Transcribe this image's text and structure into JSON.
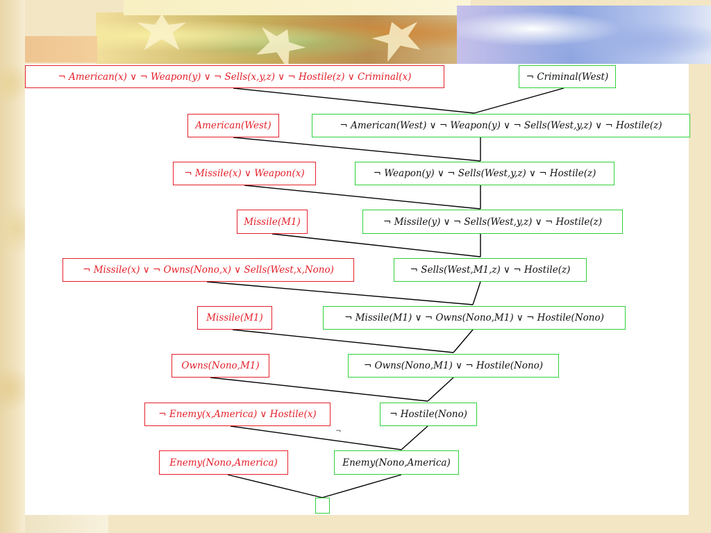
{
  "diagram": {
    "input_clauses": [
      "¬ American(x)  ∨ ¬ Weapon(y)  ∨ ¬ Sells(x,y,z)   ∨ ¬ Hostile(z)   ∨ Criminal(x)",
      "American(West)",
      "¬ Missile(x)   ∨ Weapon(x)",
      "Missile(M1)",
      "¬ Missile(x)   ∨ ¬ Owns(Nono,x)   ∨ Sells(West,x,Nono)",
      "Missile(M1)",
      "Owns(Nono,M1)",
      "¬ Enemy(x,America)   ∨ Hostile(x)",
      "Enemy(Nono,America)"
    ],
    "goal": "¬ Criminal(West)",
    "resolvents": [
      "¬ American(West)   ∨ ¬ Weapon(y)   ∨ ¬ Sells(West,y,z)    ∨ ¬ Hostile(z)",
      "¬ Weapon(y)   ∨ ¬ Sells(West,y,z)    ∨ ¬ Hostile(z)",
      "¬ Missile(y)   ∨ ¬ Sells(West,y,z)    ∨ ¬ Hostile(z)",
      "¬ Sells(West,M1,z)    ∨ ¬ Hostile(z)",
      "¬ Missile(M1)   ∨ ¬ Owns(Nono,M1)   ∨ ¬ Hostile(Nono)",
      "¬ Owns(Nono,M1)   ∨ ¬ Hostile(Nono)",
      "¬ Hostile(Nono)",
      "Enemy(Nono,America)"
    ],
    "empty_clause": "",
    "stray_mark": "¬",
    "colors": {
      "input_clause": "#e4202a",
      "derived_clause": "#2ed13a",
      "edge": "#000000"
    }
  }
}
